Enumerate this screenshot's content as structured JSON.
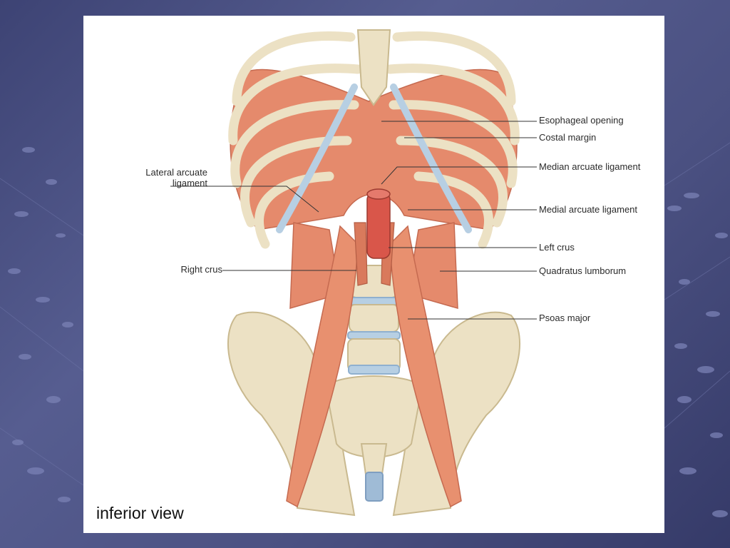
{
  "slide": {
    "caption": "inferior view",
    "theme": {
      "background": "#4b5182",
      "panel": "#ffffff",
      "bone": "#ece1c4",
      "cartilage": "#b7cfe3",
      "muscle": "#e58a6c",
      "aorta": "#d9564a"
    }
  },
  "figure": {
    "subject": "diaphragm-and-posterior-abdominal-wall",
    "labels": {
      "esophageal_opening": "Esophageal opening",
      "costal_margin": "Costal margin",
      "median_arcuate_ligament": "Median arcuate ligament",
      "medial_arcuate_ligament": "Medial arcuate ligament",
      "left_crus": "Left crus",
      "quadratus_lumborum": "Quadratus lumborum",
      "psoas_major": "Psoas major",
      "lateral_arcuate_ligament": "Lateral arcuate\nligament",
      "right_crus": "Right crus"
    }
  }
}
